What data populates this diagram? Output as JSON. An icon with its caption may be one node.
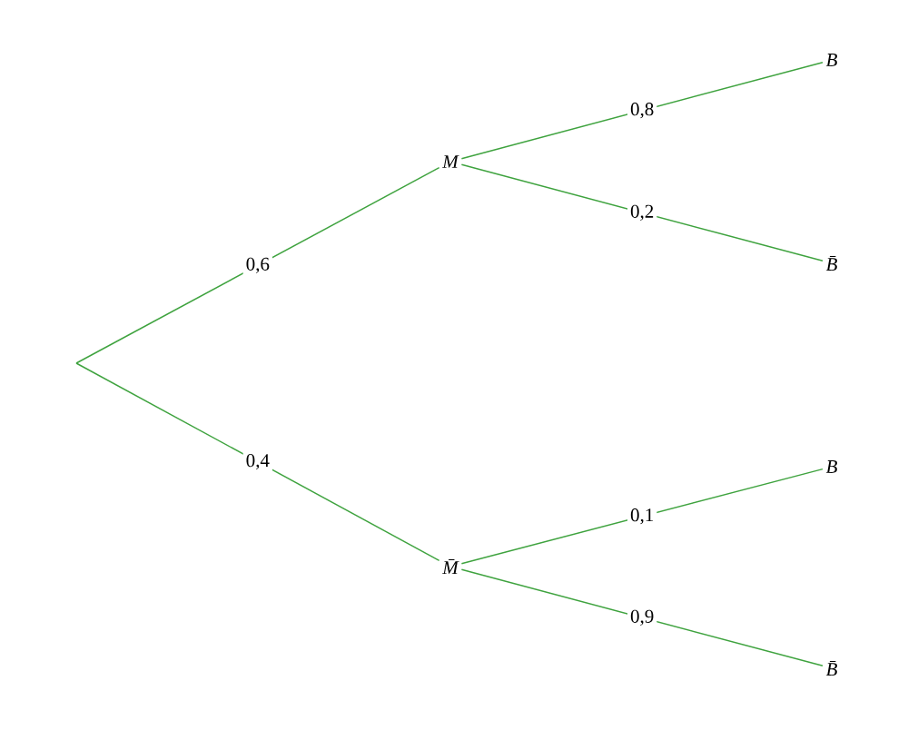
{
  "diagram": {
    "nodes": [
      {
        "text": [
          "M"
        ]
      },
      {
        "text": [
          "M̄"
        ]
      },
      {
        "text": [
          "B"
        ]
      },
      {
        "text": [
          "B̄"
        ]
      },
      {
        "text": [
          "B"
        ]
      },
      {
        "text": [
          "B̄"
        ]
      }
    ],
    "edges": [
      {
        "from": null,
        "to": 0,
        "arrow": "none",
        "label": "0,6"
      },
      {
        "from": null,
        "to": 1,
        "arrow": "none",
        "label": "0,4"
      },
      {
        "from": 0,
        "to": 2,
        "arrow": "none",
        "label": "0,8"
      },
      {
        "from": 0,
        "to": 3,
        "arrow": "none",
        "label": "0,2"
      },
      {
        "from": 1,
        "to": 4,
        "arrow": "none",
        "label": "0,1"
      },
      {
        "from": 1,
        "to": 5,
        "arrow": "none",
        "label": "0,9"
      }
    ]
  }
}
